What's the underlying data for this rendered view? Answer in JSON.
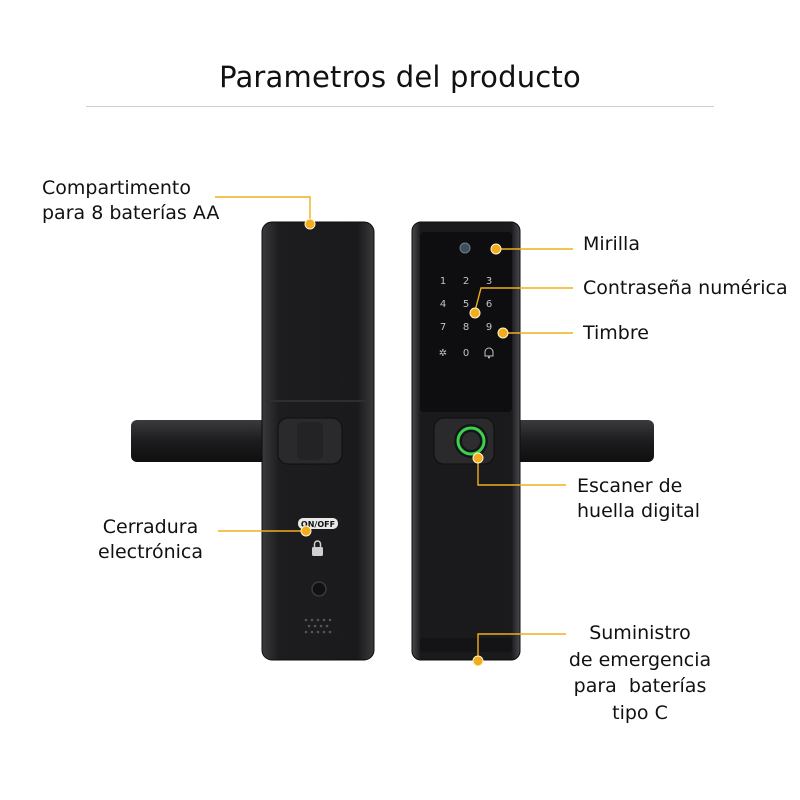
{
  "title": "Parametros del producto",
  "callouts": {
    "battery": {
      "line1": "Compartimento",
      "line2": "para 8 baterías AA"
    },
    "peephole": "Mirilla",
    "keypad": "Contraseña numérica",
    "doorbell": "Timbre",
    "fingerprint": {
      "line1": "Escaner de",
      "line2": "huella digital"
    },
    "lock": {
      "line1": "Cerradura",
      "line2": "electrónica"
    },
    "emergency": {
      "line1": "Suministro",
      "line2": "de emergencia",
      "line3": "para  baterías",
      "line4": "tipo C"
    }
  },
  "keypad_keys": [
    "1",
    "2",
    "3",
    "4",
    "5",
    "6",
    "7",
    "8",
    "9",
    "✲",
    "0",
    "bell"
  ],
  "switch_label": "ON/OFF",
  "colors": {
    "accent": "#f2ad1c",
    "body": "#1c1c1e",
    "text": "#111111"
  }
}
